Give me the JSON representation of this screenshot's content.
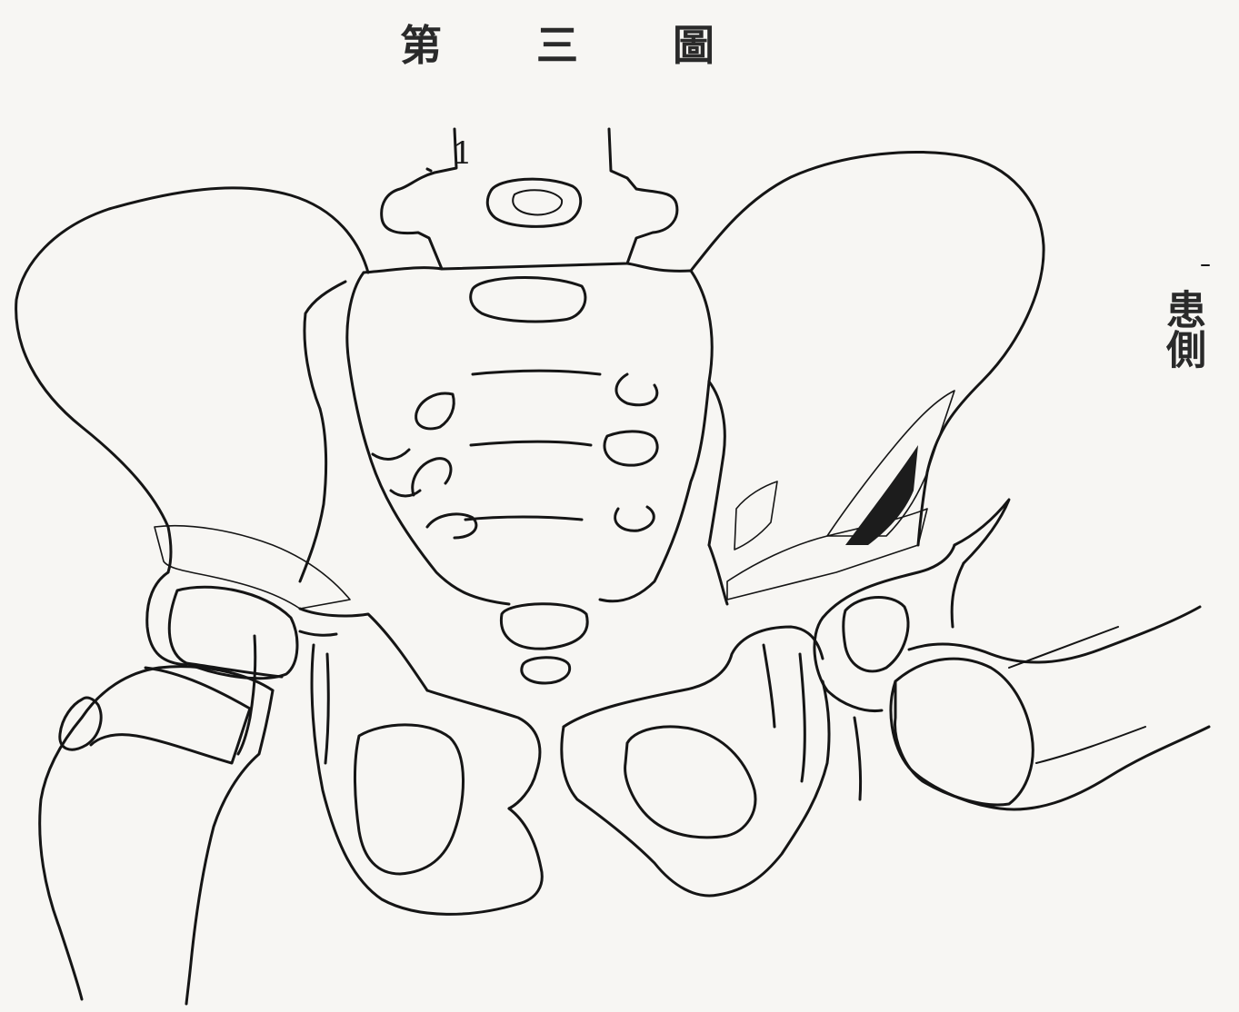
{
  "figure": {
    "caption": "第 三 圖",
    "side_label": "患側",
    "marker": "1"
  }
}
